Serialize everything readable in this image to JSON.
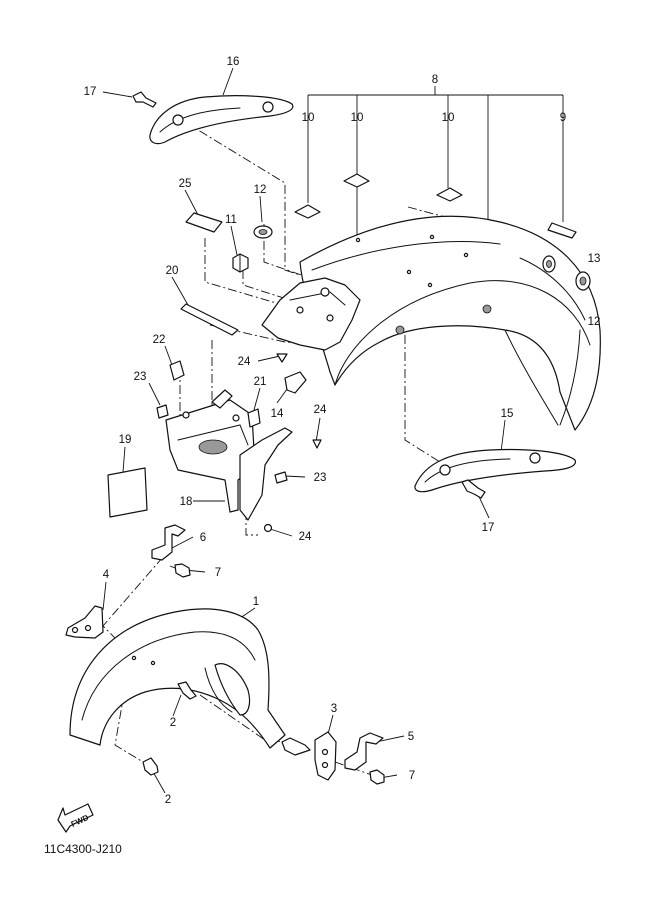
{
  "diagram_code": "11C4300-J210",
  "fwd_label": "FWD",
  "callouts": [
    "16",
    "17",
    "8",
    "10",
    "10",
    "10",
    "9",
    "25",
    "12",
    "11",
    "13",
    "20",
    "12",
    "22",
    "24",
    "23",
    "21",
    "24",
    "14",
    "15",
    "19",
    "23",
    "18",
    "24",
    "17",
    "6",
    "7",
    "4",
    "1",
    "2",
    "3",
    "5",
    "7",
    "2"
  ]
}
